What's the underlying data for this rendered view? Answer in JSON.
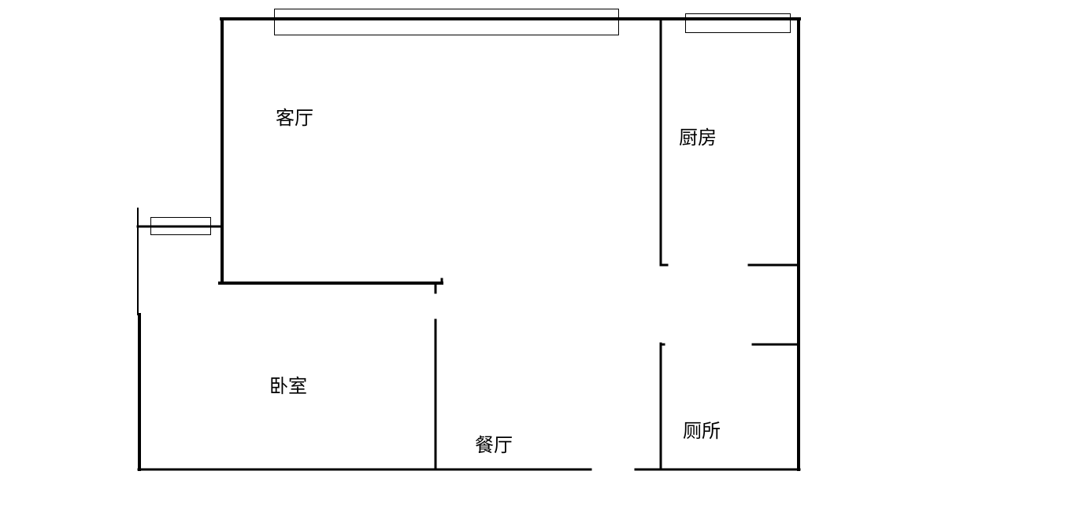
{
  "rooms": {
    "living_room": "客厅",
    "kitchen": "厨房",
    "bedroom": "卧室",
    "dining_room": "餐厅",
    "toilet": "厕所"
  },
  "colors": {
    "wall": "#000000",
    "background": "#ffffff"
  }
}
